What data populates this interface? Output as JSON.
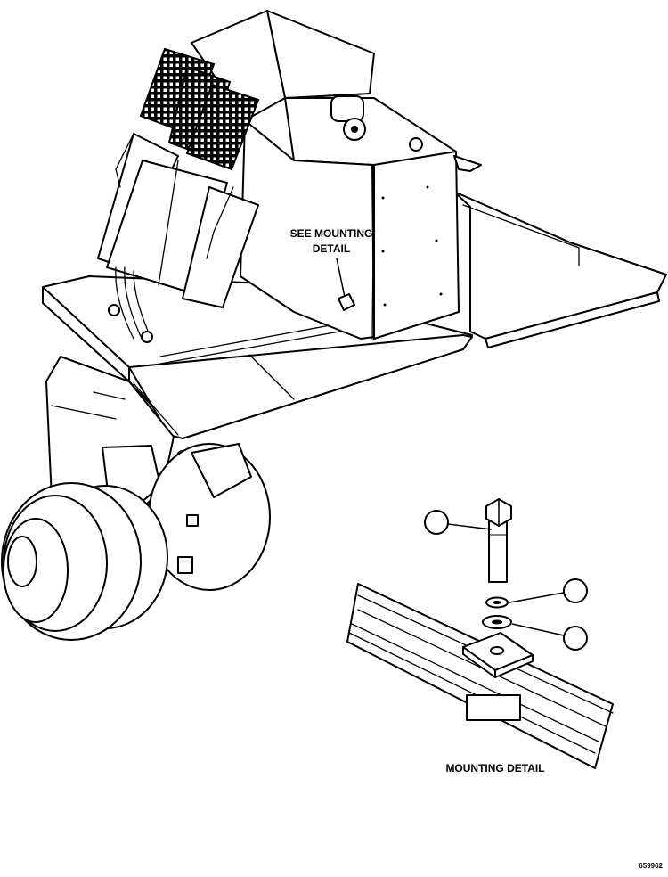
{
  "diagram": {
    "callout_label_line1": "SEE MOUNTING",
    "callout_label_line2": "DETAIL",
    "detail_title": "MOUNTING  DETAIL",
    "figure_number": "659962",
    "balloons": [
      {
        "id": "bolt",
        "text": ""
      },
      {
        "id": "lock-washer",
        "text": ""
      },
      {
        "id": "flat-washer",
        "text": ""
      }
    ]
  }
}
